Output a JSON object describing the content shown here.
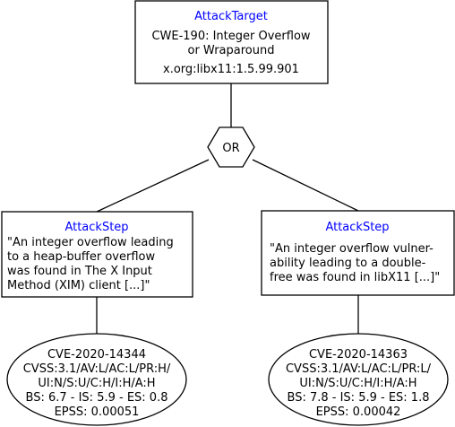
{
  "root": {
    "type": "AttackTarget",
    "lines": [
      "CWE-190: Integer Overflow",
      "or Wraparound",
      "x.org:libx11:1.5.99.901"
    ]
  },
  "gate": {
    "label": "OR"
  },
  "steps": [
    {
      "type": "AttackStep",
      "lines": [
        "\"An integer overflow leading",
        "to a heap-buffer overflow",
        "was found in The X Input",
        "Method (XIM) client [...]\""
      ]
    },
    {
      "type": "AttackStep",
      "lines": [
        "\"An integer overflow vulner-",
        "ability leading to a double-",
        "free was found in libX11 [...]\""
      ]
    }
  ],
  "vulns": [
    {
      "lines": [
        "CVE-2020-14344",
        "CVSS:3.1/AV:L/AC:L/PR:H/",
        "UI:N/S:U/C:H/I:H/A:H",
        "BS: 6.7 - IS: 5.9 - ES: 0.8",
        "EPSS: 0.00051"
      ]
    },
    {
      "lines": [
        "CVE-2020-14363",
        "CVSS:3.1/AV:L/AC:L/PR:L/",
        "UI:N/S:U/C:H/I:H/A:H",
        "BS: 7.8 - IS: 5.9 - ES: 1.8",
        "EPSS: 0.00042"
      ]
    }
  ]
}
